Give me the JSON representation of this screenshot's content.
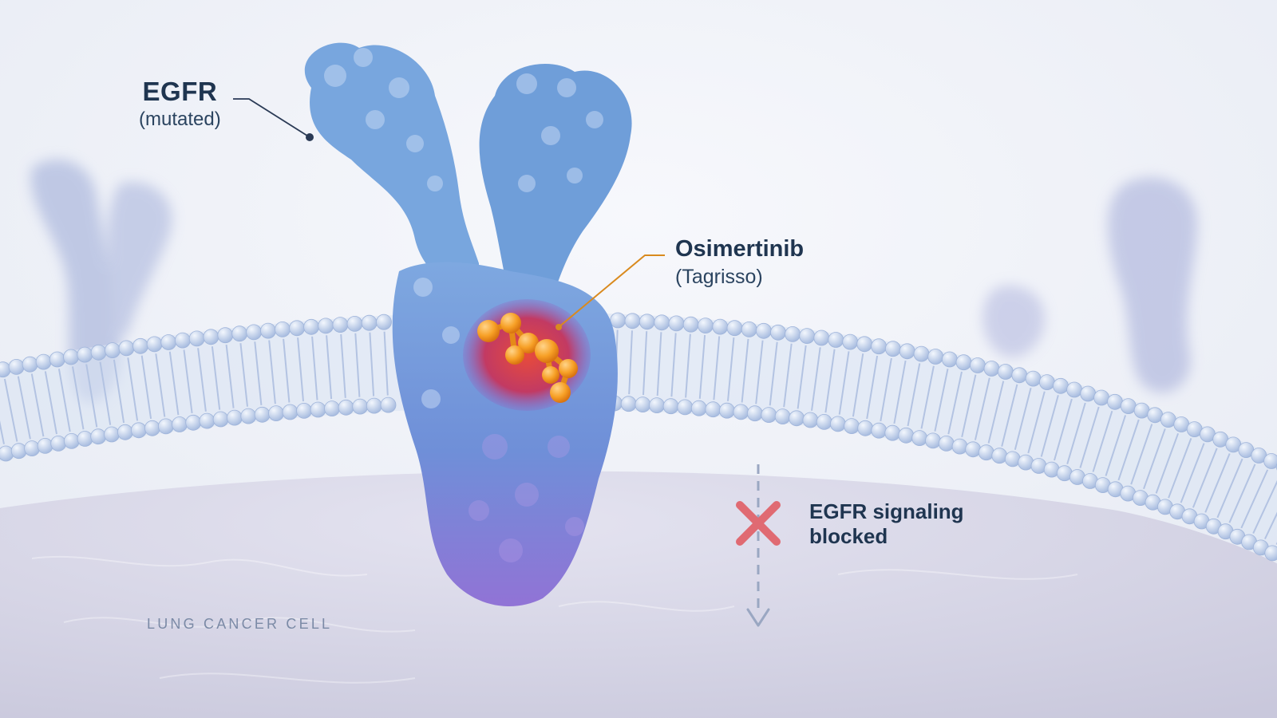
{
  "labels": {
    "egfr": {
      "title": "EGFR",
      "subtitle": "(mutated)"
    },
    "drug": {
      "title": "Osimertinib",
      "subtitle": "(Tagrisso)"
    },
    "signal": {
      "line1": "EGFR signaling",
      "line2": "blocked"
    },
    "cell": "LUNG CANCER CELL"
  },
  "colors": {
    "background": "#eef1f7",
    "receptor_blue": "#6d9bd6",
    "receptor_purple": "#8a6fd6",
    "drug_orange": "#f5a12a",
    "membrane": "#b9c9e6",
    "block_x": "#e06a72",
    "leader_line_dark": "#2a3a55",
    "leader_line_orange": "#d98a1e",
    "text_dark": "#1f3550",
    "text_muted": "#7b8aa6"
  },
  "icons": {
    "block": "cross-icon",
    "flow": "down-arrow-icon"
  }
}
